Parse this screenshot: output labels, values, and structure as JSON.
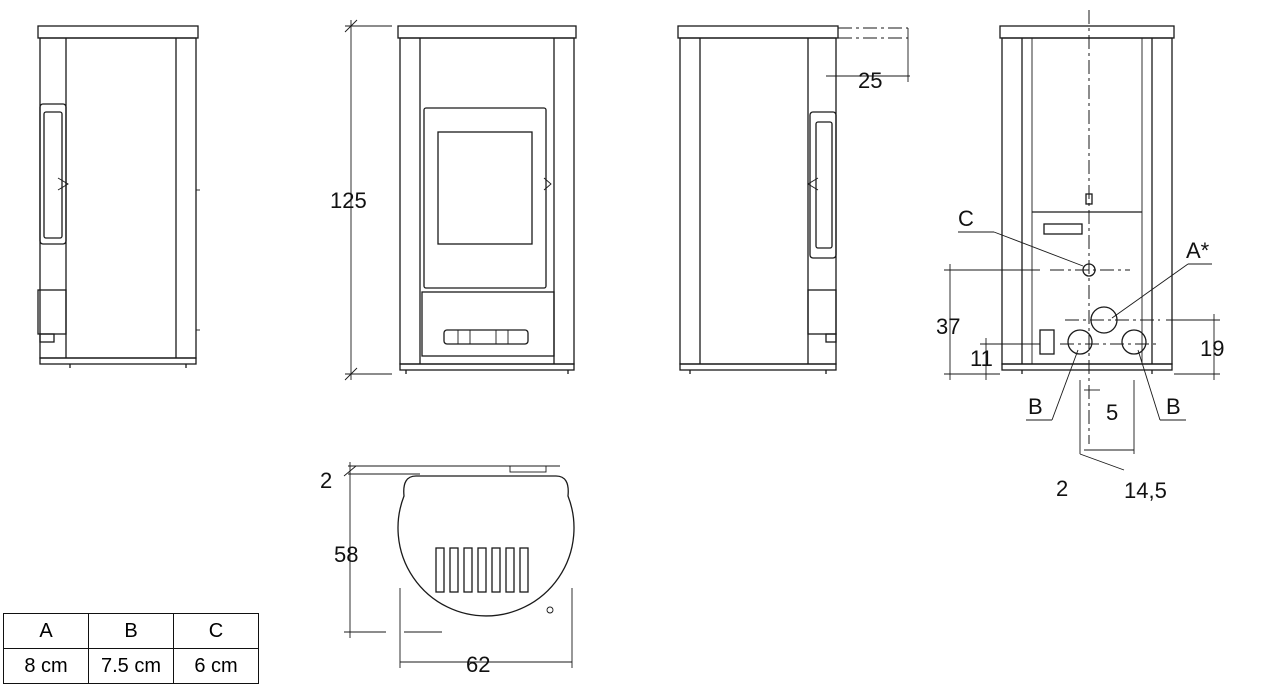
{
  "dimensions": {
    "height": "125",
    "flue_offset": "25",
    "c_height": "37",
    "b_height": "19",
    "b_offset": "11",
    "spacing_b": "5",
    "gap_bottom": "2",
    "spacing_bottom": "14,5",
    "top_gap": "2",
    "depth": "58",
    "width": "62"
  },
  "labels": {
    "c": "C",
    "a": "A*",
    "b_left": "B",
    "b_right": "B"
  },
  "table": {
    "headers": [
      "A",
      "B",
      "C"
    ],
    "values": [
      "8 cm",
      "7.5 cm",
      "6 cm"
    ]
  }
}
